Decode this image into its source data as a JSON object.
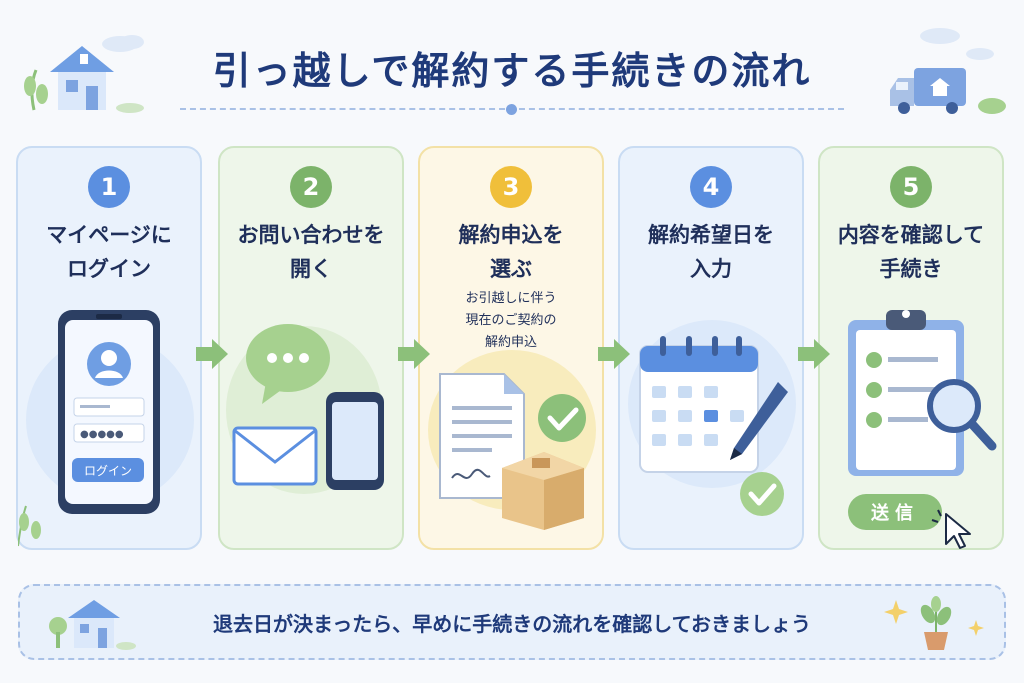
{
  "title": "引っ越しで解約する手続きの流れ",
  "steps": [
    {
      "number": "1",
      "title": "マイページに\nログイン",
      "note": "",
      "color": "#5b8fe0",
      "bg": "#eaf2fc",
      "border": "#c9dcf3"
    },
    {
      "number": "2",
      "title": "お問い合わせを\n開く",
      "note": "",
      "color": "#7cb36a",
      "bg": "#eef6ea",
      "border": "#cfe5c5"
    },
    {
      "number": "3",
      "title": "解約申込を\n選ぶ",
      "note": "お引越しに伴う\n現在のご契約の\n解約申込",
      "color": "#f0bf3a",
      "bg": "#fdf7e6",
      "border": "#f3e1a6"
    },
    {
      "number": "4",
      "title": "解約希望日を\n入力",
      "note": "",
      "color": "#5b8fe0",
      "bg": "#eaf2fc",
      "border": "#c9dcf3"
    },
    {
      "number": "5",
      "title": "内容を確認して\n手続き",
      "note": "",
      "color": "#7cb36a",
      "bg": "#eef6ea",
      "border": "#cfe5c5"
    }
  ],
  "login_button": "ログイン",
  "send_button": "送信",
  "footer_text": "退去日が決まったら、早めに手続きの流れを確認しておきましょう"
}
